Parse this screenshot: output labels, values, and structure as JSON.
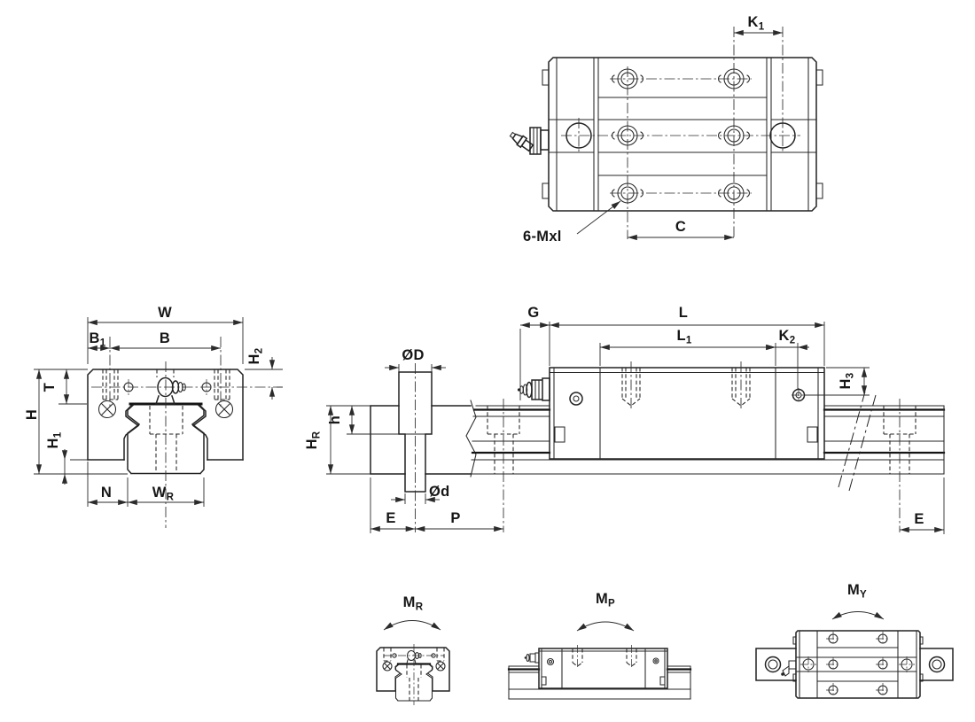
{
  "drawing": {
    "type": "linear-guide-rail-block-dimension-drawing",
    "colors": {
      "line": "#222222",
      "background": "#ffffff"
    },
    "top_view": {
      "labels": {
        "k1": {
          "base": "K",
          "sub": "1"
        },
        "c": "C",
        "hole_callout": "6-Mxl"
      }
    },
    "front_view": {
      "labels": {
        "w": "W",
        "b1": {
          "base": "B",
          "sub": "1"
        },
        "b": "B",
        "h2": {
          "base": "H",
          "sub": "2"
        },
        "t": "T",
        "h": "H",
        "h1": {
          "base": "H",
          "sub": "1"
        },
        "n": "N",
        "wr": {
          "base": "W",
          "sub": "R"
        }
      }
    },
    "side_view": {
      "labels": {
        "g": "G",
        "l": "L",
        "l1": {
          "base": "L",
          "sub": "1"
        },
        "k2": {
          "base": "K",
          "sub": "2"
        },
        "h3": {
          "base": "H",
          "sub": "3"
        },
        "od_major": "ØD",
        "od_minor": "Ød",
        "hr": {
          "base": "H",
          "sub": "R"
        },
        "counterbore_depth": "h",
        "e_left": "E",
        "p": "P",
        "e_right": "E"
      }
    },
    "moment_views": {
      "labels": {
        "mr": {
          "base": "M",
          "sub": "R"
        },
        "mp": {
          "base": "M",
          "sub": "P"
        },
        "my": {
          "base": "M",
          "sub": "Y"
        }
      }
    }
  }
}
